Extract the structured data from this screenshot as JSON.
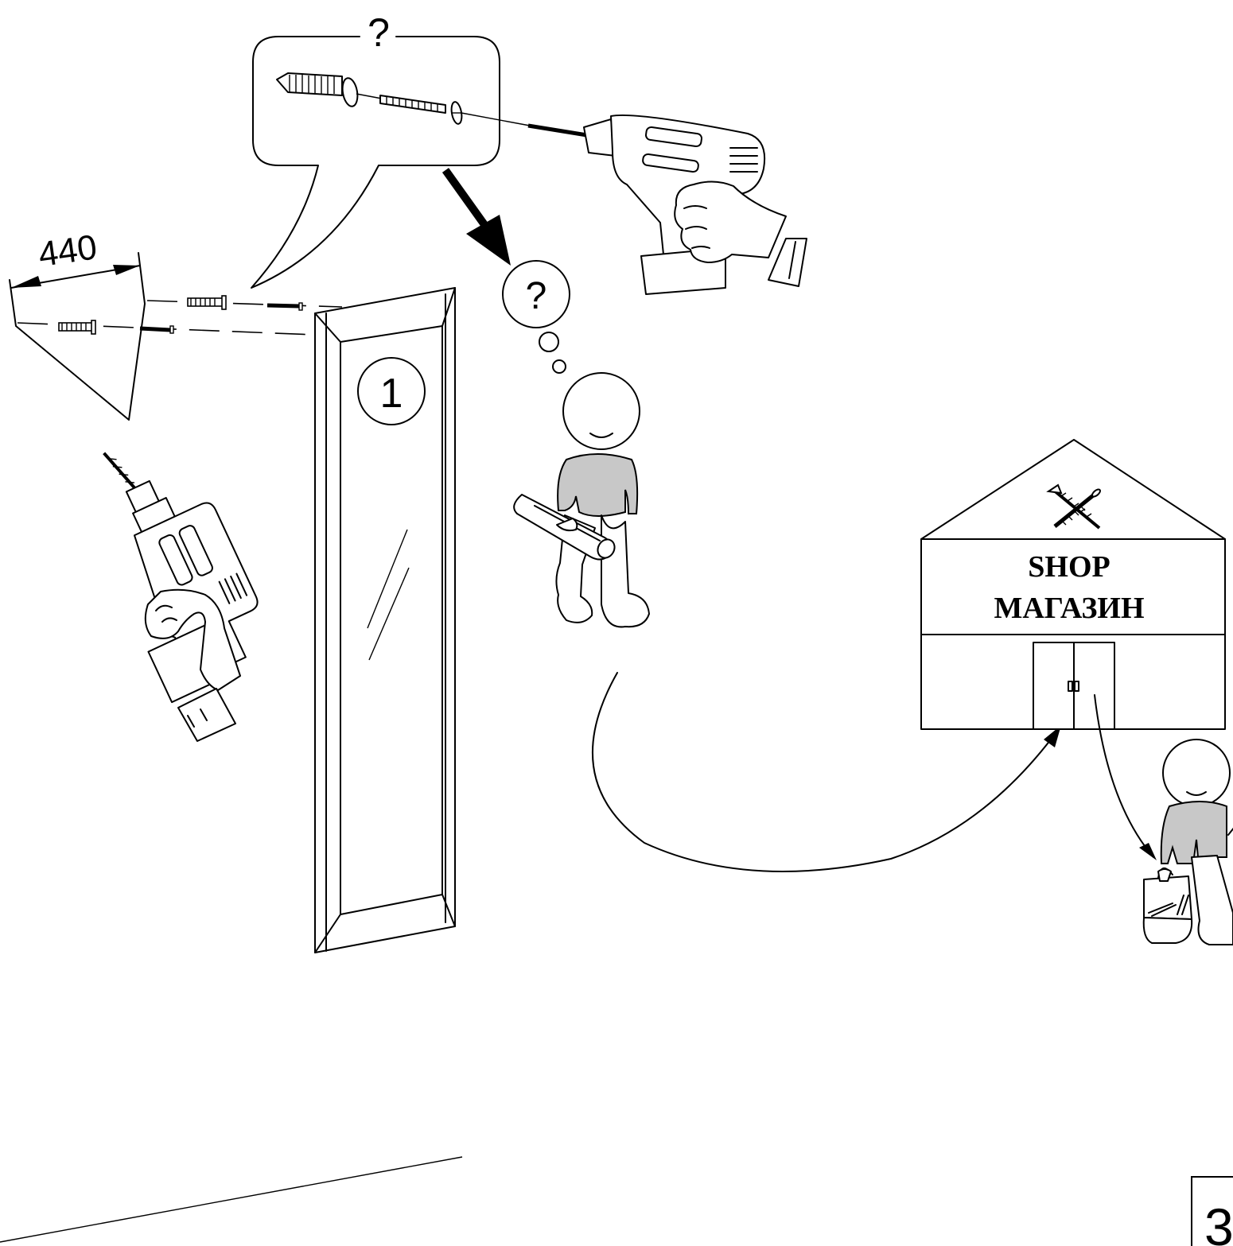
{
  "dimension": {
    "value": "440"
  },
  "panel_number": "1",
  "speech_bubble": {
    "question": "?"
  },
  "thought_bubble": {
    "question": "?"
  },
  "shop": {
    "line1": "SHOP",
    "line2": "МАГАЗИН"
  },
  "page_number": "3"
}
